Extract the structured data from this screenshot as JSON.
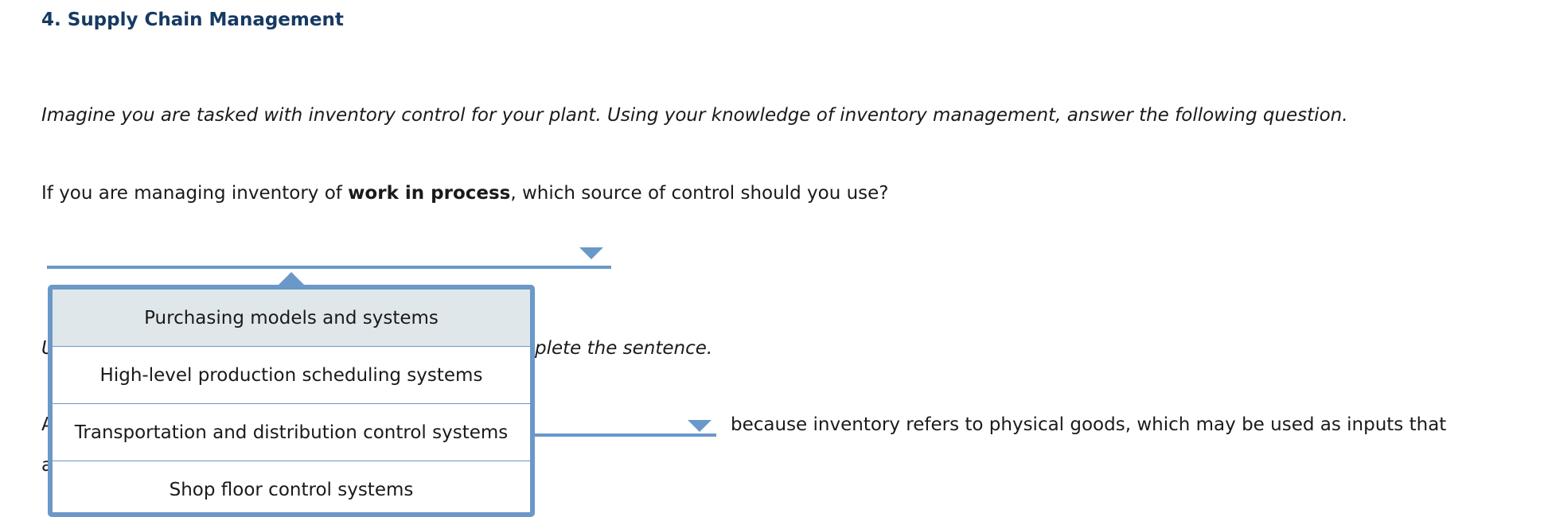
{
  "title": "4. Supply Chain Management",
  "intro": "Imagine you are tasked with inventory control for your plant. Using your knowledge of inventory management, answer the following question.",
  "question": {
    "before": "If you are managing inventory of ",
    "bold": "work in process",
    "after": ", which source of control should you use?"
  },
  "dropdown1": {
    "selected": "",
    "options": [
      "Purchasing models and systems",
      "High-level production scheduling systems",
      "Transportation and distribution control systems",
      "Shop floor control systems"
    ],
    "highlighted_index": 0
  },
  "second_instruction": {
    "left_fragment": "U",
    "right_fragment": "plete the sentence."
  },
  "sentence": {
    "start_fragment": "A",
    "dropdown2_selected": "",
    "rest": "because inventory refers to physical goods, which may be used as inputs that",
    "line2_fragment": "a"
  },
  "colors": {
    "title": "#163a63",
    "accent": "#6a98c8",
    "highlight": "#e0e7ea"
  }
}
